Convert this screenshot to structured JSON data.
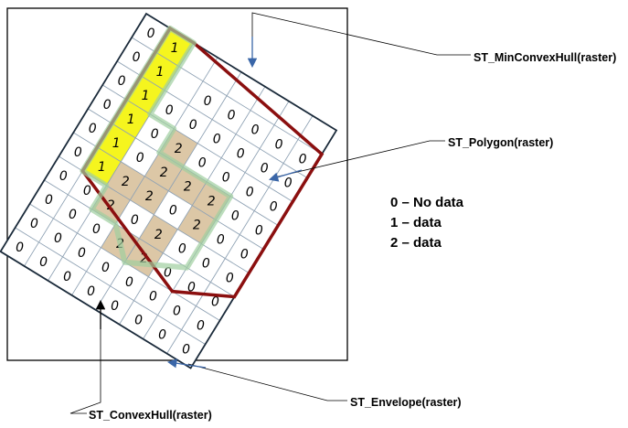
{
  "labels": {
    "min_convex_hull": "ST_MinConvexHull(raster)",
    "polygon": "ST_Polygon(raster)",
    "convex_hull": "ST_ConvexHull(raster)",
    "envelope": "ST_Envelope(raster)"
  },
  "legend": [
    {
      "code": "0",
      "text": "0 – No data"
    },
    {
      "code": "1",
      "text": "1 – data"
    },
    {
      "code": "2",
      "text": "2 – data"
    }
  ],
  "grid": {
    "rows": [
      [
        "0",
        "1",
        "",
        "",
        "",
        "",
        "",
        ""
      ],
      [
        "0",
        "1",
        "",
        "0",
        "0",
        "0",
        "0",
        "0"
      ],
      [
        "0",
        "1",
        "0",
        "0",
        "0",
        "0",
        "0",
        "0"
      ],
      [
        "0",
        "1",
        "0",
        "2",
        "0",
        "0",
        "0",
        "0"
      ],
      [
        "0",
        "1",
        "0",
        "2",
        "2",
        "2",
        "0",
        "0"
      ],
      [
        "0",
        "1",
        "2",
        "2",
        "0",
        "2",
        "0",
        "0"
      ],
      [
        "0",
        "0",
        "2",
        "0",
        "2",
        "0",
        "0",
        "0"
      ],
      [
        "0",
        "0",
        "0",
        "2",
        "2",
        "0",
        "0",
        "0"
      ],
      [
        "0",
        "0",
        "0",
        "0",
        "0",
        "0",
        "0",
        "0"
      ],
      [
        "0",
        "0",
        "0",
        "0",
        "0",
        "0",
        "0",
        "0"
      ]
    ]
  },
  "colors": {
    "data1_fill": "#f5f51e",
    "data2_fill": "#dcc7a6",
    "min_hull_stroke": "#8b0f0f",
    "polygon_halo": "#9fcf9f",
    "grid_border": "#1a2a3a",
    "grid_line": "#8fa2b4",
    "arrow": "#3a66a8",
    "leader": "#000000"
  }
}
